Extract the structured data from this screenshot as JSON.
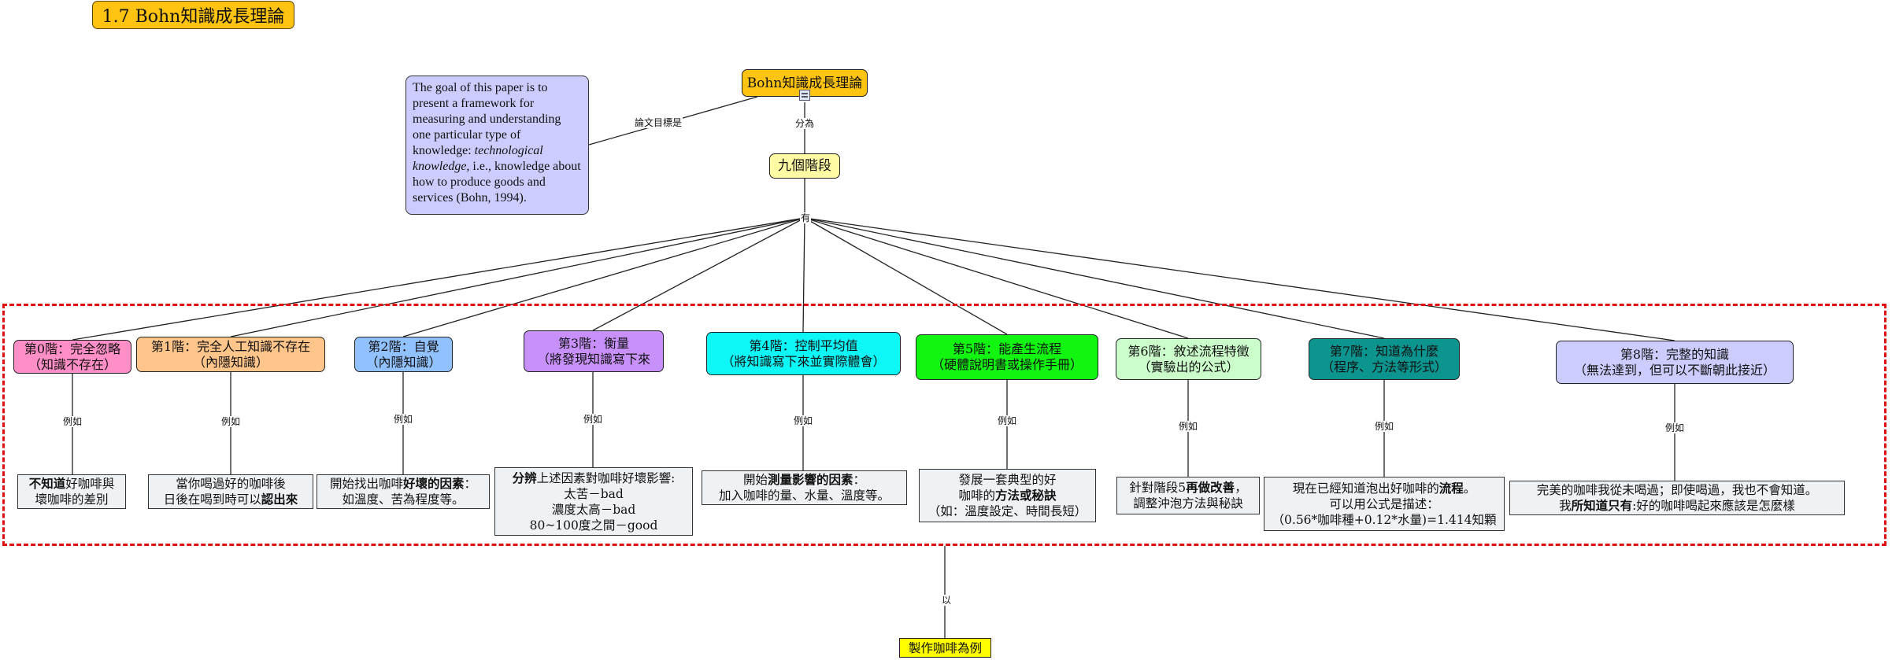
{
  "title": "1.7 Bohn知識成長理論",
  "root": "Bohn知識成長理論",
  "quote": {
    "text_1": "The goal of this paper is to present a framework for measuring and understanding one particular type of knowledge: ",
    "italic": "technological knowledge,",
    "text_2": " i.e., knowledge about how to produce goods and services (Bohn, 1994)."
  },
  "labels": {
    "goal": "論文目標是",
    "divided": "分為",
    "has": "有",
    "example": "例如",
    "by": "以"
  },
  "hub": "九個階段",
  "bottom": "製作咖啡為例",
  "stages": [
    {
      "l1": "第0階：完全忽略",
      "l2": "（知識不存在）",
      "color": "#ff8fc6"
    },
    {
      "l1": "第1階：完全人工知識不存在",
      "l2": "（內隱知識）",
      "color": "#ffc58a"
    },
    {
      "l1": "第2階：自覺",
      "l2": "（內隱知識）",
      "color": "#92c1ff"
    },
    {
      "l1": "第3階：衡量",
      "l2": "（將發現知識寫下來",
      "color": "#c890fb"
    },
    {
      "l1": "第4階：控制平均值",
      "l2": "（將知識寫下來並實際體會）",
      "color": "#0ef7f7"
    },
    {
      "l1": "第5階：能產生流程",
      "l2": "（硬體說明書或操作手冊）",
      "color": "#11f511"
    },
    {
      "l1": "第6階：敘述流程特徵",
      "l2": "（實驗出的公式）",
      "color": "#cbfdcb"
    },
    {
      "l1": "第7階：知道為什麼",
      "l2": "（程序、方法等形式）",
      "color": "#0c948e"
    },
    {
      "l1": "第8階：完整的知識",
      "l2": "（無法達到，但可以不斷朝此接近）",
      "color": "#ccccfe"
    }
  ],
  "examples": [
    {
      "a1": "不知道",
      "a2": "好咖啡與",
      "b": "壞咖啡的差別"
    },
    {
      "a": "當你喝過好的咖啡後",
      "b1": "日後在喝到時可以",
      "b2": "認出來"
    },
    {
      "a1": "開始找出咖啡",
      "a2": "好壞的因素",
      "a3": "：",
      "b": "如溫度、苦為程度等。"
    },
    {
      "a1": "分辨",
      "a2": "上述因素對咖啡好壞影響:",
      "b": "太苦－bad",
      "c": "濃度太高－bad",
      "d": "80~100度之間－good"
    },
    {
      "a1": "開始",
      "a2": "測量影響的因素",
      "a3": "：",
      "b": "加入咖啡的量、水量、溫度等。"
    },
    {
      "a": "發展一套典型的好",
      "b1": "咖啡的",
      "b2": "方法或秘訣",
      "c": "（如：溫度設定、時間長短）"
    },
    {
      "a1": "針對階段5",
      "a2": "再做改善",
      "a3": "，",
      "b": "調整沖泡方法與秘訣"
    },
    {
      "a1": "現在已經知道泡出好咖啡的",
      "a2": "流程",
      "a3": "。",
      "b": "可以用公式是描述：",
      "c": "（0.56*咖啡種+0.12*水量)=1.414知顆"
    },
    {
      "a": "完美的咖啡我從未喝過；即使喝過，我也不會知道。",
      "b1": "我",
      "b2": "所知道只有",
      "b3": ":好的咖啡喝起來應該是怎麼樣"
    }
  ]
}
